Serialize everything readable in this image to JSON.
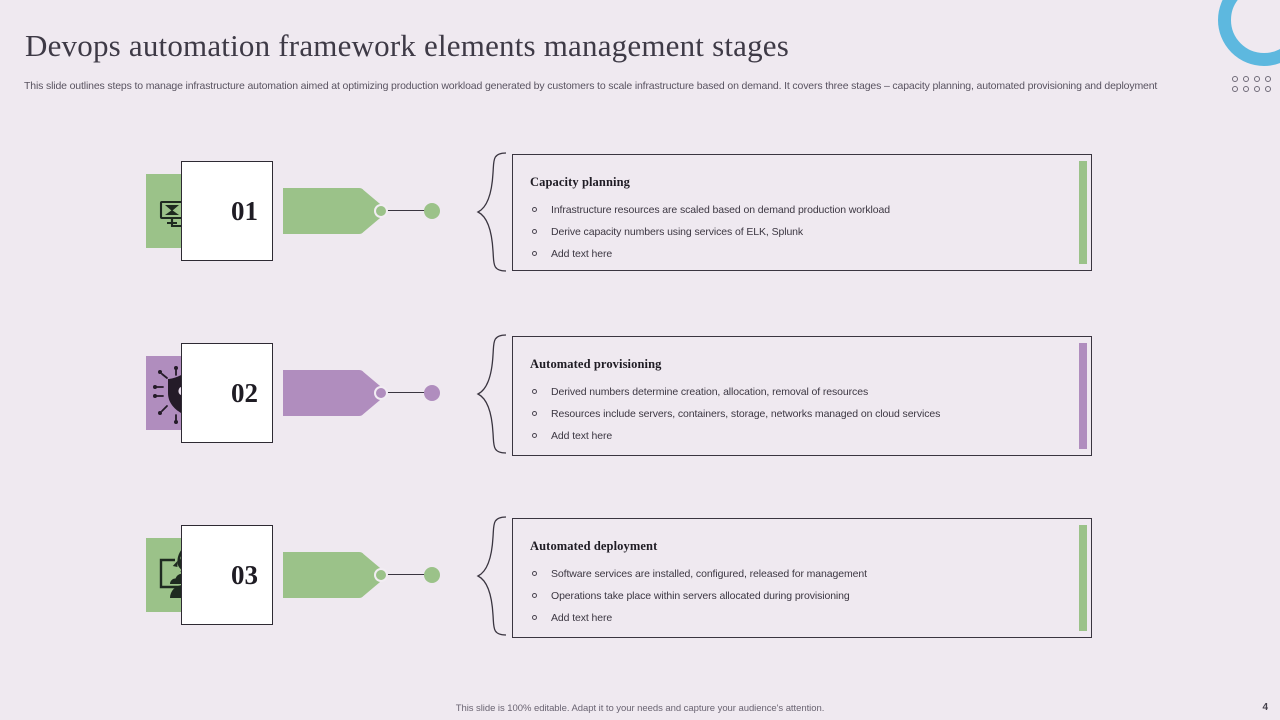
{
  "header": {
    "title": "Devops automation framework elements management stages",
    "subtitle": "This slide outlines steps to manage infrastructure automation aimed at optimizing production workload generated by customers to scale infrastructure based on demand. It covers three stages – capacity planning, automated provisioning and deployment"
  },
  "colors": {
    "background": "#EFE9F0",
    "green": "#9BC289",
    "purple": "#B08DBE",
    "ring_blue": "#5DB8DF",
    "outline": "#3A3540",
    "title_text": "#3E3A46"
  },
  "decor": {
    "ring_name": "blue-ring",
    "dot_count": 8
  },
  "rows": [
    {
      "number": "01",
      "icon": "server-monitor-network-icon",
      "color": "#9BC289",
      "heading": "Capacity planning",
      "bullets": [
        "Infrastructure resources are scaled based on demand production workload",
        "Derive capacity numbers using services of ELK, Splunk",
        "Add text here"
      ]
    },
    {
      "number": "02",
      "icon": "shield-keyhole-circuit-icon",
      "color": "#B08DBE",
      "heading": "Automated provisioning",
      "bullets": [
        "Derived numbers determine creation, allocation, removal of resources",
        "Resources include servers, containers, storage, networks managed on cloud services",
        "Add text here"
      ]
    },
    {
      "number": "03",
      "icon": "rocket-monitor-cloud-icon",
      "color": "#9BC289",
      "heading": "Automated deployment",
      "bullets": [
        "Software services are installed, configured, released for management",
        "Operations take place within servers allocated during provisioning",
        "Add text here"
      ]
    }
  ],
  "footer": {
    "note": "This slide is 100% editable.  Adapt it to your needs and capture your audience's attention.",
    "page_number": "4"
  }
}
